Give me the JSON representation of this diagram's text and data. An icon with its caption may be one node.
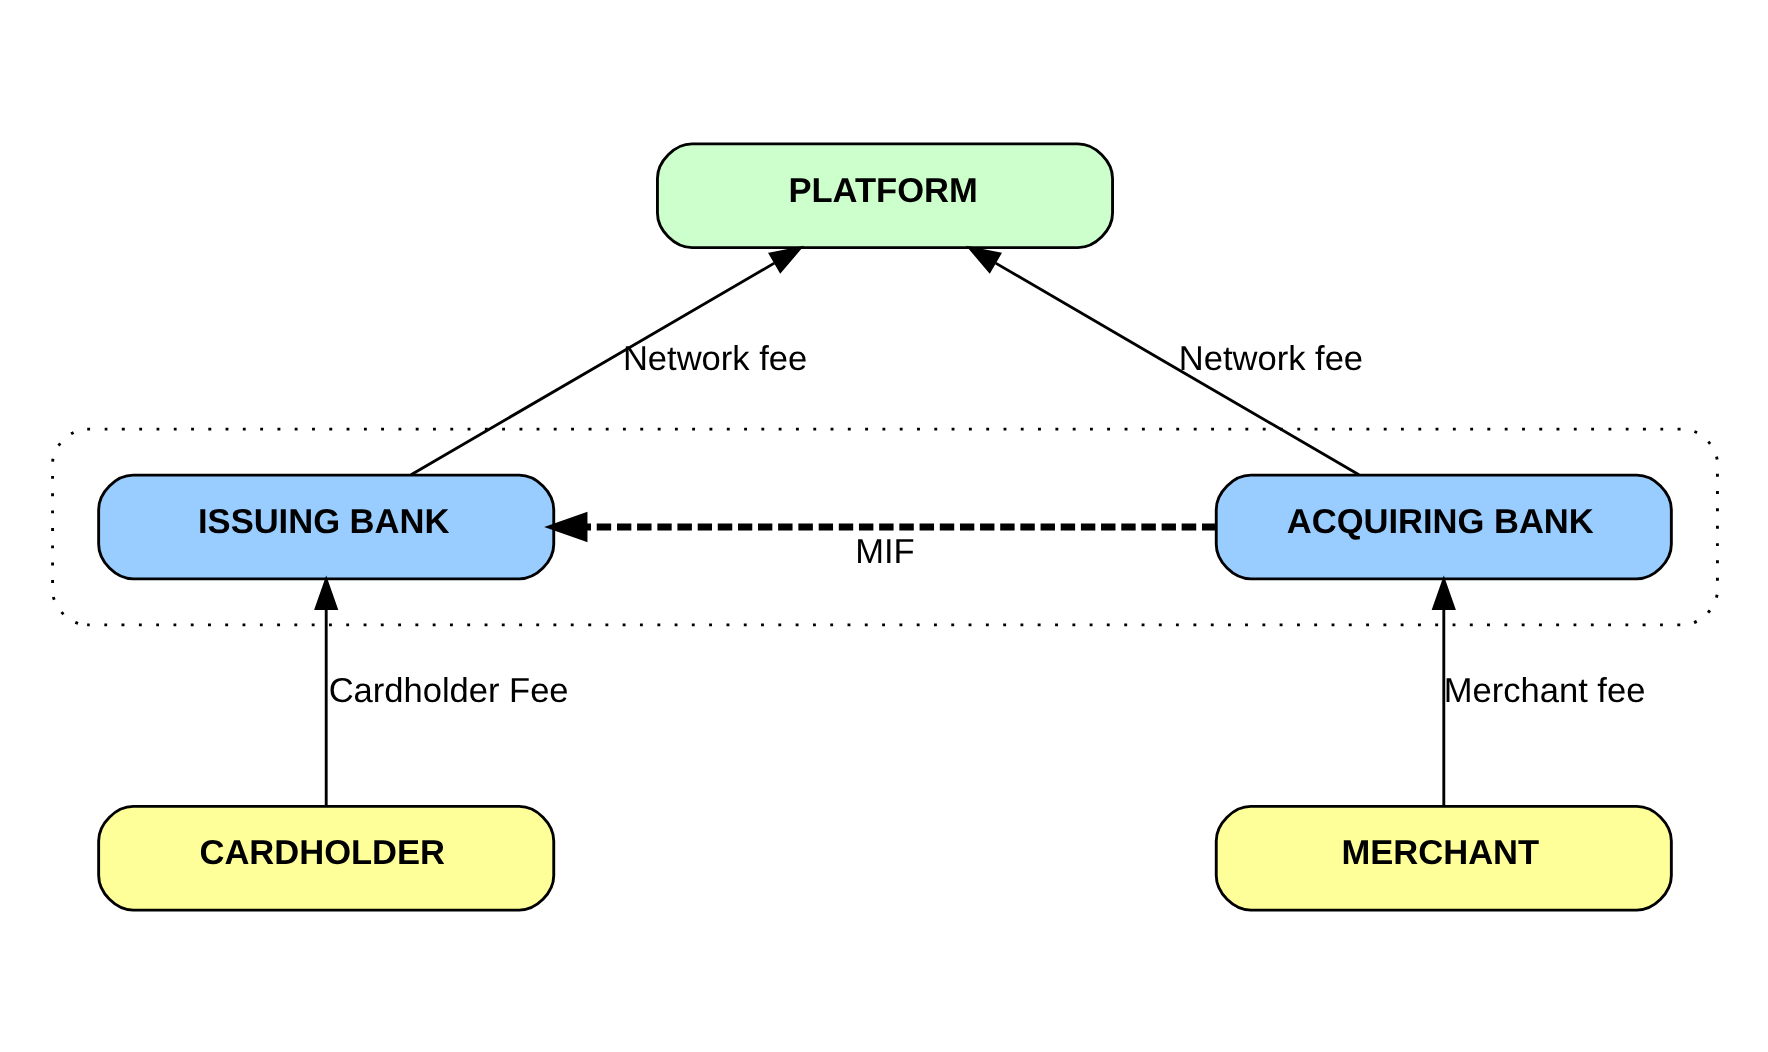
{
  "diagram": {
    "nodes": [
      {
        "text": [
          "PLATFORM"
        ]
      },
      {
        "text": [],
        "shape": "box"
      },
      {
        "text": [
          "ISSUING BANK"
        ],
        "in": 1
      },
      {
        "text": [
          "ACQUIRING BANK"
        ],
        "in": 1
      },
      {
        "text": [
          "CARDHOLDER"
        ]
      },
      {
        "text": [
          "MERCHANT"
        ]
      }
    ],
    "edges": [
      {
        "from": 2,
        "to": 0,
        "arrow": "to",
        "label": "Network fee"
      },
      {
        "from": 3,
        "to": 0,
        "arrow": "to",
        "label": "Network fee"
      },
      {
        "from": 3,
        "to": 2,
        "arrow": "to",
        "label": "MIF",
        "style": "dashed"
      },
      {
        "from": 4,
        "to": 2,
        "arrow": "to",
        "label": "Cardholder Fee"
      },
      {
        "from": 5,
        "to": 3,
        "arrow": "to",
        "label": "Merchant fee"
      }
    ]
  }
}
